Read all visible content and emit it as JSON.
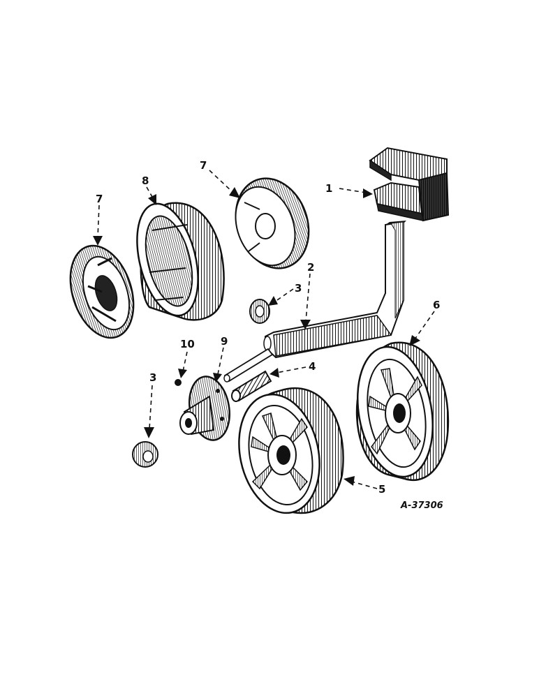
{
  "diagram": {
    "catalog_number": "A-37306",
    "callouts": [
      {
        "id": "c1",
        "label": "1",
        "part": "u-bracket"
      },
      {
        "id": "c2",
        "label": "2",
        "part": "axle-arm"
      },
      {
        "id": "c3a",
        "label": "3",
        "part": "small-nut-left"
      },
      {
        "id": "c3b",
        "label": "3",
        "part": "small-nut-center"
      },
      {
        "id": "c4",
        "label": "4",
        "part": "pin-tube"
      },
      {
        "id": "c5",
        "label": "5",
        "part": "front-wheel"
      },
      {
        "id": "c6",
        "label": "6",
        "part": "rear-wheel"
      },
      {
        "id": "c7a",
        "label": "7",
        "part": "left-hub-cap"
      },
      {
        "id": "c7b",
        "label": "7",
        "part": "upper-hub-cap"
      },
      {
        "id": "c8",
        "label": "8",
        "part": "tire-ring"
      },
      {
        "id": "c9",
        "label": "9",
        "part": "hub-flange"
      },
      {
        "id": "c10",
        "label": "10",
        "part": "small-screw"
      }
    ]
  }
}
